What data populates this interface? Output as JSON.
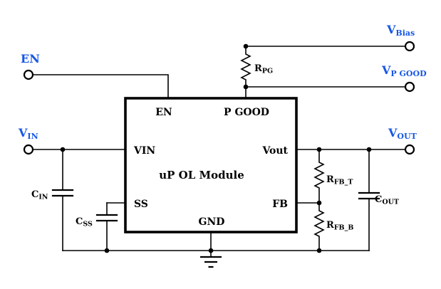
{
  "diagram": {
    "module": {
      "title": "uP OL Module",
      "pins": {
        "en": "EN",
        "pgood": "P GOOD",
        "vin": "VIN",
        "vout": "Vout",
        "ss": "SS",
        "fb": "FB",
        "gnd": "GND"
      }
    },
    "terminals": {
      "en": {
        "label": "EN"
      },
      "vin": {
        "base": "V",
        "sub": "IN"
      },
      "vbias": {
        "base": "V",
        "sub": "Bias"
      },
      "vpgood": {
        "base": "V",
        "sub": "P GOOD"
      },
      "vout": {
        "base": "V",
        "sub": "OUT"
      }
    },
    "components": {
      "rpg": {
        "base": "R",
        "sub": "PG"
      },
      "cin": {
        "base": "C",
        "sub": "IN"
      },
      "css": {
        "base": "C",
        "sub": "SS"
      },
      "rfbt": {
        "base": "R",
        "sub": "FB_T"
      },
      "rfbb": {
        "base": "R",
        "sub": "FB_B"
      },
      "cout": {
        "base": "C",
        "sub": "OUT"
      }
    },
    "colors": {
      "terminal_label": "#1757e6",
      "wire": "#000000",
      "background": "#ffffff"
    }
  }
}
